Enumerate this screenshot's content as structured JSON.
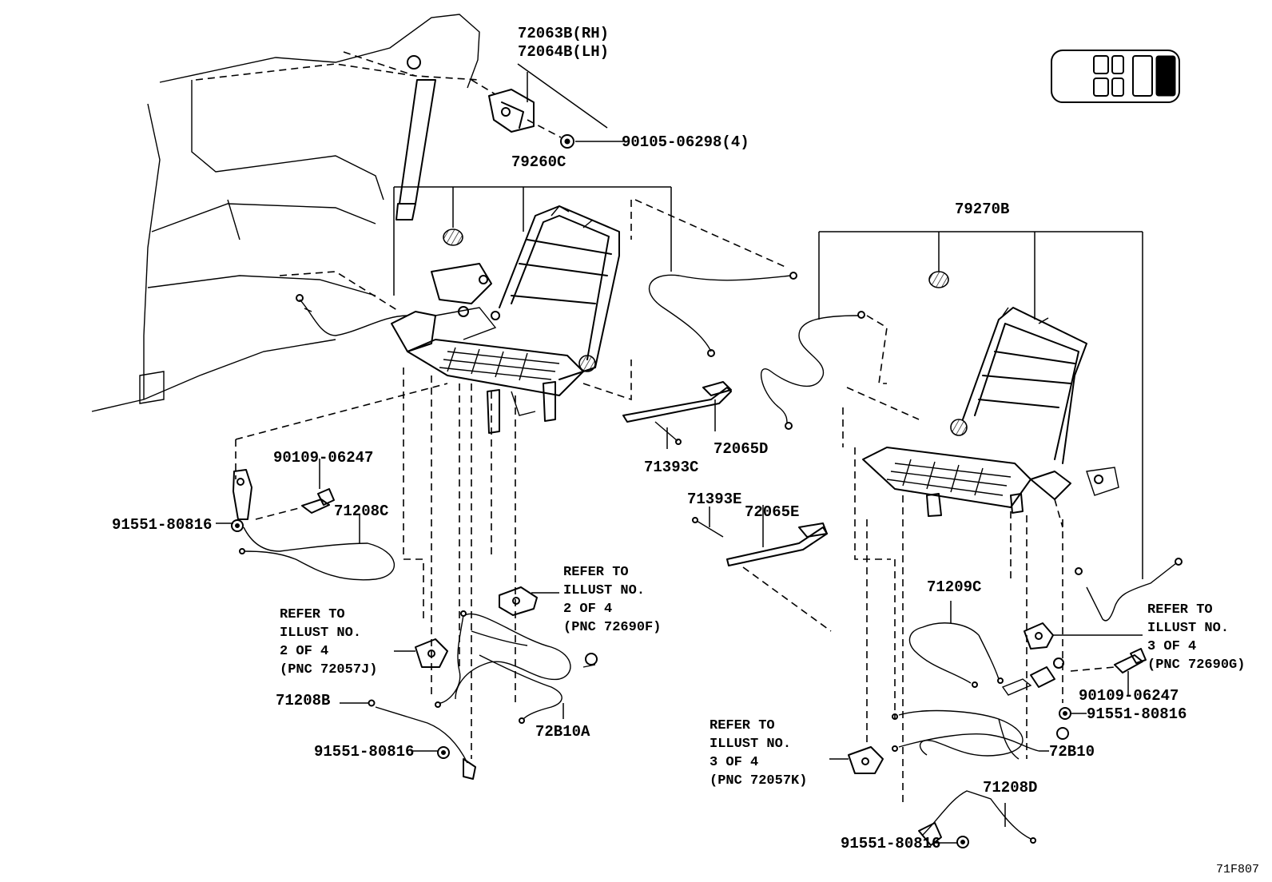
{
  "diagram_code": "71F807",
  "part_labels": {
    "bracket_rh": "72063B(RH)",
    "bracket_lh": "72064B(LH)",
    "bolt_top": "90105-06298(4)",
    "seat_frame_left": "79260C",
    "seat_frame_right": "79270B",
    "bolt_left": "90109-06247",
    "bolt_right": "90109-06247",
    "screw_left_upper": "91551-80816",
    "screw_left_lower": "91551-80816",
    "screw_right_upper": "91551-80816",
    "screw_right_lower": "91551-80816",
    "cable_71208C": "71208C",
    "cable_71208B": "71208B",
    "cable_71208D": "71208D",
    "cable_71209C": "71209C",
    "harness_72B10A": "72B10A",
    "harness_72B10": "72B10",
    "rail_72065D": "72065D",
    "rail_72065E": "72065E",
    "spring_71393C": "71393C",
    "spring_71393E": "71393E"
  },
  "references": {
    "ref_72690F": [
      "REFER TO",
      "ILLUST NO.",
      "2 OF 4",
      "(PNC 72690F)"
    ],
    "ref_72057J": [
      "REFER TO",
      "ILLUST NO.",
      "2 OF 4",
      "(PNC 72057J)"
    ],
    "ref_72690G": [
      "REFER TO",
      "ILLUST NO.",
      "3 OF 4",
      "(PNC 72690G)"
    ],
    "ref_72057K": [
      "REFER TO",
      "ILLUST NO.",
      "3 OF 4",
      "(PNC 72057K)"
    ]
  }
}
